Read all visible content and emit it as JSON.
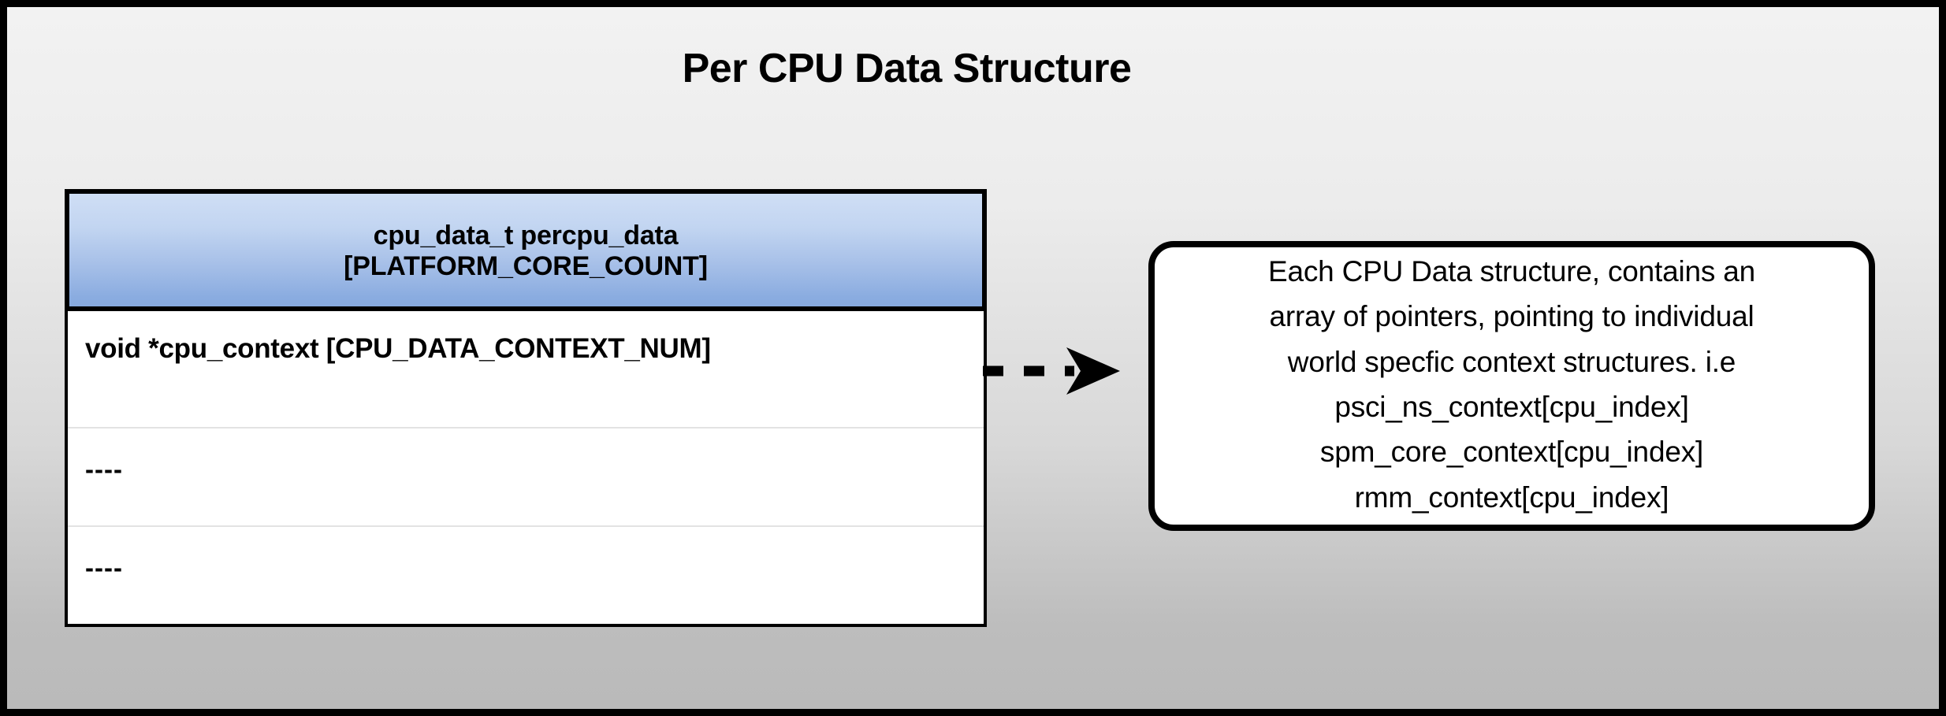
{
  "slide": {
    "title": "Per CPU Data Structure",
    "background_top_color": "#f2f2f2",
    "background_bottom_color": "#bababa",
    "border_color": "#000000"
  },
  "struct_table": {
    "header": {
      "line1": "cpu_data_t percpu_data",
      "line2": "[PLATFORM_CORE_COUNT]",
      "gradient_top_color": "#cfdef5",
      "gradient_bottom_color": "#87aadf",
      "border_color": "#000000"
    },
    "rows": [
      {
        "label": "void *cpu_context [CPU_DATA_CONTEXT_NUM]"
      },
      {
        "label": "----"
      },
      {
        "label": "----"
      }
    ],
    "row_divider_color": "#e3e3e3",
    "body_background_color": "#ffffff"
  },
  "connector": {
    "kind": "dashed-arrow",
    "direction": "right",
    "color": "#000000",
    "dash_count": 3
  },
  "note": {
    "lines": [
      "Each CPU Data structure, contains an",
      "array of pointers, pointing to individual",
      "world specfic context structures. i.e",
      "psci_ns_context[cpu_index]",
      "spm_core_context[cpu_index]",
      "rmm_context[cpu_index]"
    ],
    "border_color": "#000000",
    "background_color": "#ffffff"
  }
}
